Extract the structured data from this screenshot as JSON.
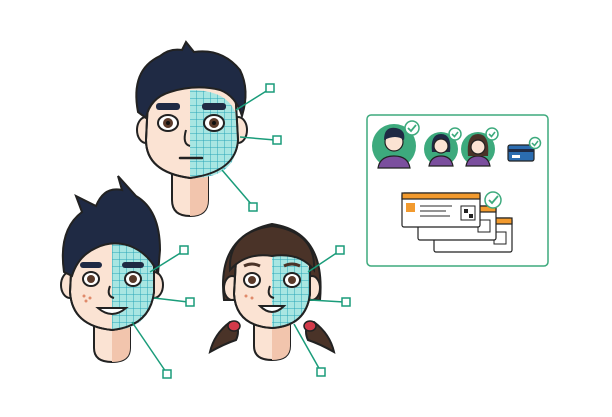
{
  "palette": {
    "outline": "#222222",
    "skin": "#fbe3d3",
    "skin_shadow": "#f2c5ad",
    "hair_dark": "#1f2a44",
    "hair_brown": "#4a3328",
    "scan_fill": "#9fe3e0",
    "scan_mesh": "#2aa6b8",
    "connector": "#1a9c7a",
    "panel_border": "#3daa7d",
    "check_green": "#3daa7d",
    "avatar_bg": "#3daa7d",
    "shirt_purple": "#7b4f9e",
    "card_blue": "#2b6cb0",
    "doc_orange": "#f29a2e",
    "lips_pink": "#e96a6a",
    "ribbon_red": "#d23a4a"
  },
  "subjects": [
    {
      "name": "man-top",
      "hair": "dark-short",
      "scan_side": "left-of-viewer-right",
      "markers": 3
    },
    {
      "name": "boy-left",
      "hair": "dark-spiky",
      "scan_side": "viewer-right",
      "markers": 3
    },
    {
      "name": "girl-right",
      "hair": "brown-pigtails",
      "scan_side": "viewer-right",
      "markers": 3
    }
  ],
  "panel": {
    "avatars": [
      {
        "name": "avatar-man",
        "verified": true
      },
      {
        "name": "avatar-woman-1",
        "verified": true
      },
      {
        "name": "avatar-woman-2",
        "verified": true
      }
    ],
    "id_card": {
      "verified": true
    },
    "documents": {
      "count": 3,
      "verified": true
    }
  },
  "icons": [
    "check-icon",
    "qr-code-icon",
    "id-card-icon",
    "marker-square-icon"
  ]
}
